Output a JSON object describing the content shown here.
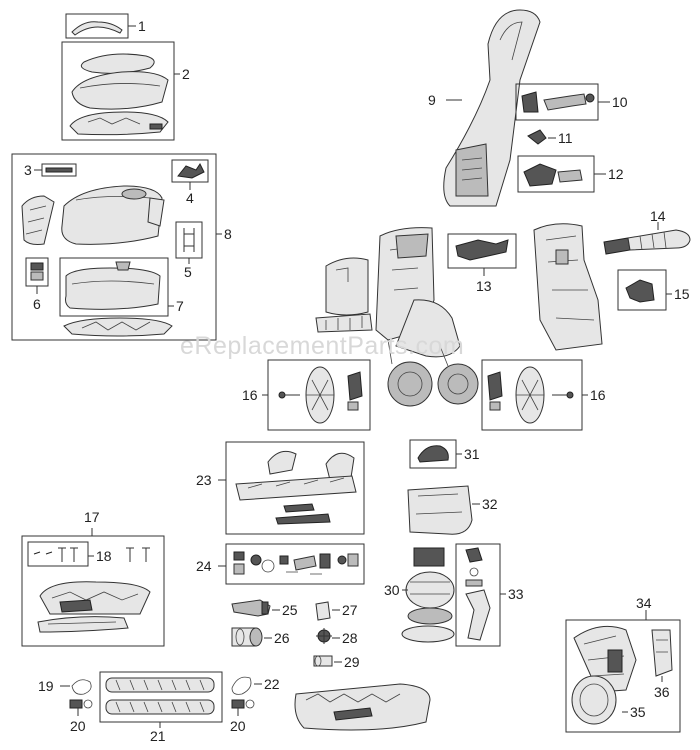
{
  "watermark": "eReplacementParts.com",
  "callouts": {
    "c1": "1",
    "c2": "2",
    "c3": "3",
    "c4": "4",
    "c5": "5",
    "c6": "6",
    "c7": "7",
    "c8": "8",
    "c9": "9",
    "c10": "10",
    "c11": "11",
    "c12": "12",
    "c13": "13",
    "c14": "14",
    "c15": "15",
    "c16a": "16",
    "c16b": "16",
    "c17": "17",
    "c18": "18",
    "c19": "19",
    "c20a": "20",
    "c20b": "20",
    "c21": "21",
    "c22": "22",
    "c23": "23",
    "c24": "24",
    "c25": "25",
    "c26": "26",
    "c27": "27",
    "c28": "28",
    "c29": "29",
    "c30": "30",
    "c31": "31",
    "c32": "32",
    "c33": "33",
    "c34": "34",
    "c35": "35",
    "c36": "36"
  }
}
